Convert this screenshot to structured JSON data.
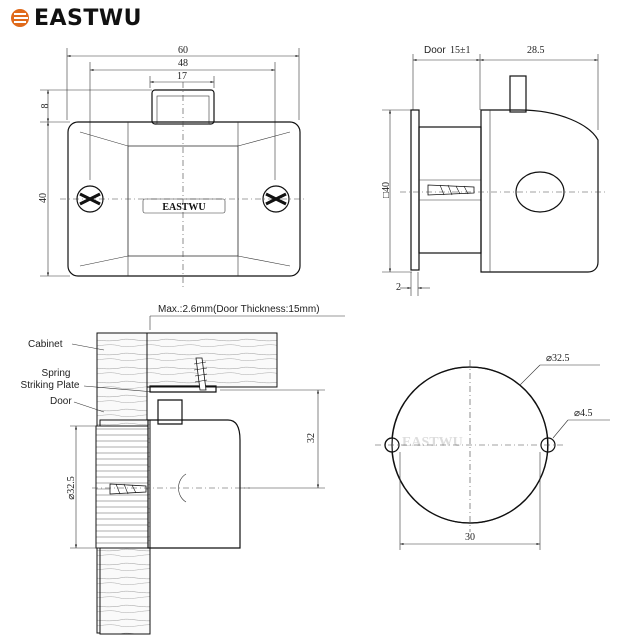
{
  "brand": {
    "logo_text": "EASTWU",
    "product_badge": "EASTWU",
    "watermark": "EASTWU"
  },
  "front_view": {
    "dim_overall_width": "60",
    "dim_hole_spacing": "48",
    "dim_button_width": "17",
    "dim_button_height": "8",
    "dim_height": "40"
  },
  "side_view": {
    "dim_door_label": "Door",
    "dim_door_thickness": "15±1",
    "dim_body_depth": "28.5",
    "dim_square": "□40",
    "dim_flange": "2"
  },
  "install_view": {
    "note_max": "Max.:2.6mm(Door Thickness:15mm)",
    "label_cabinet": "Cabinet",
    "label_spring_line1": "Spring",
    "label_spring_line2": "Striking Plate",
    "label_door": "Door",
    "dim_offset": "32",
    "dim_diameter": "⌀32.5"
  },
  "hole_view": {
    "dim_diameter": "⌀32.5",
    "dim_small_diameter": "⌀4.5",
    "dim_width": "30"
  }
}
